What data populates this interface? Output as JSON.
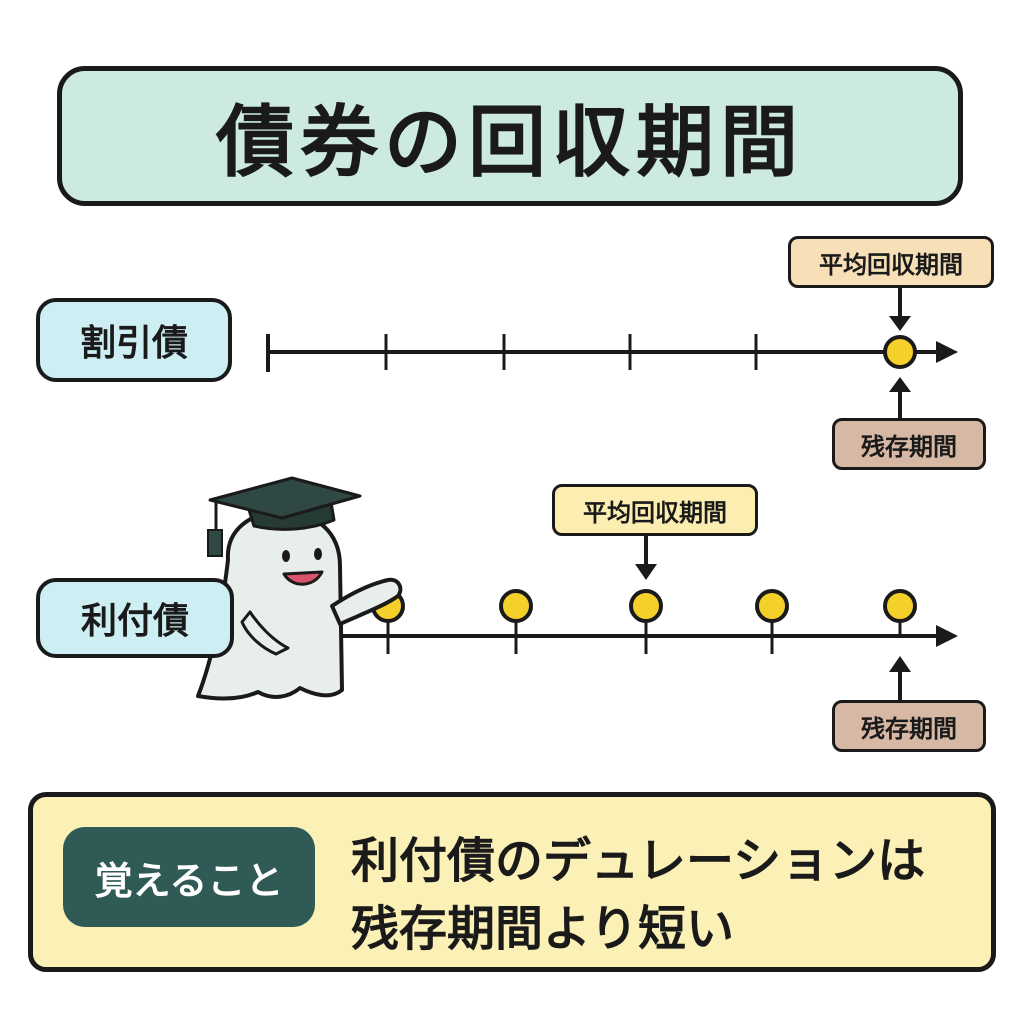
{
  "title": "債券の回収期間",
  "discount_bond": {
    "label": "割引債",
    "average_label": "平均回収期間",
    "remaining_label": "残存期間"
  },
  "coupon_bond": {
    "label": "利付債",
    "average_label": "平均回収期間",
    "remaining_label": "残存期間"
  },
  "memo": {
    "badge": "覚えること",
    "line1": "利付債のデュレーションは",
    "line2": "残存期間より短い"
  },
  "colors": {
    "coin": "#f5cf2a",
    "title_bg": "#cdeae2",
    "memo_bg": "#fbf1b6",
    "badge_bg": "#2f5a55"
  }
}
